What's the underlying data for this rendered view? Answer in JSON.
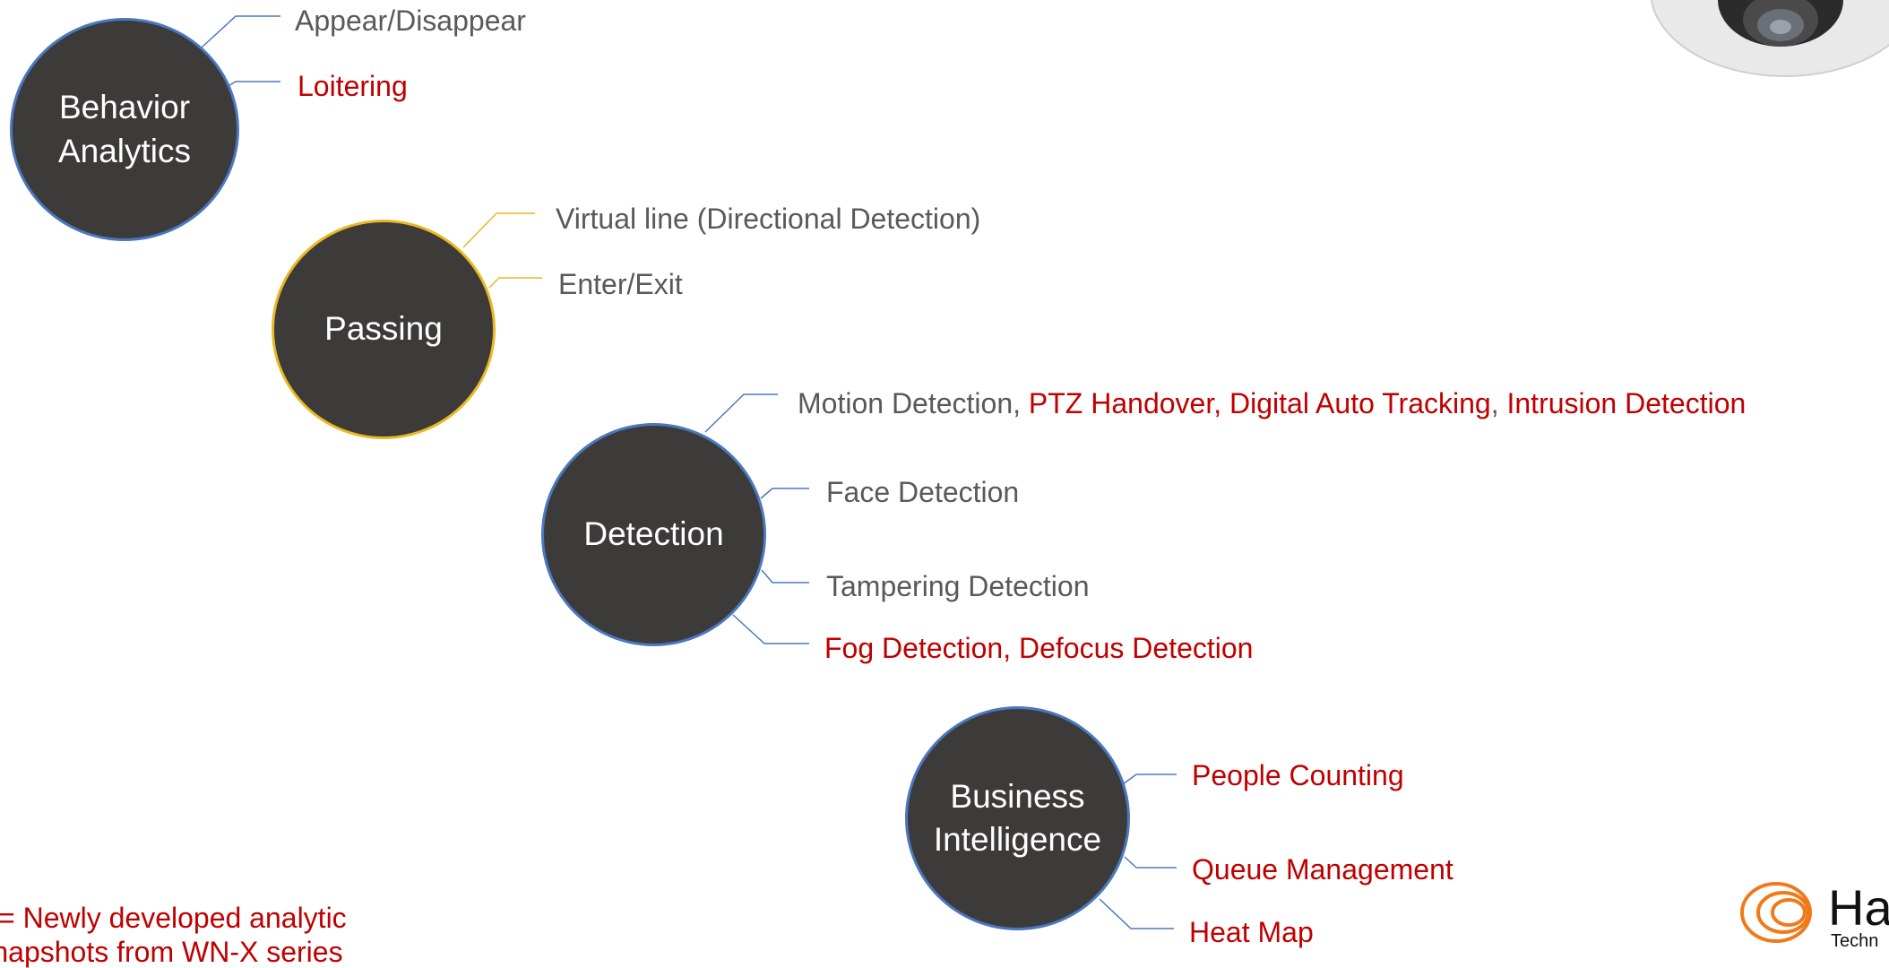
{
  "colors": {
    "circle_fill": "#3d3b3a",
    "blue_line": "#4a78c0",
    "gold_line": "#e8b923",
    "text_gray": "#595959",
    "text_red": "#c00000"
  },
  "nodes": {
    "behavior": {
      "line1": "Behavior",
      "line2": "Analytics",
      "items": [
        "Appear/Disappear",
        "Loitering"
      ]
    },
    "passing": {
      "label": "Passing",
      "items": [
        "Virtual line (Directional Detection)",
        "Enter/Exit"
      ]
    },
    "detection": {
      "label": "Detection",
      "motion": {
        "gray_part": "Motion Detection, ",
        "red_part": "PTZ Handover, Digital Auto Tracking",
        "sep": ", ",
        "red_part2": "Intrusion Detection"
      },
      "items": [
        "Face Detection",
        "Tampering Detection",
        "Fog Detection, Defocus Detection"
      ]
    },
    "business": {
      "line1": "Business",
      "line2": "Intelligence",
      "items": [
        "People Counting",
        "Queue Management",
        "Heat Map"
      ]
    }
  },
  "legend": {
    "line1": "= Newly developed analytic",
    "line2": "Snapshots from WN-X series"
  },
  "logo": {
    "brand": "Ha",
    "sub": "Techn"
  },
  "icons": {
    "camera": "dome-camera-icon",
    "logo": "swirl-logo-icon"
  }
}
